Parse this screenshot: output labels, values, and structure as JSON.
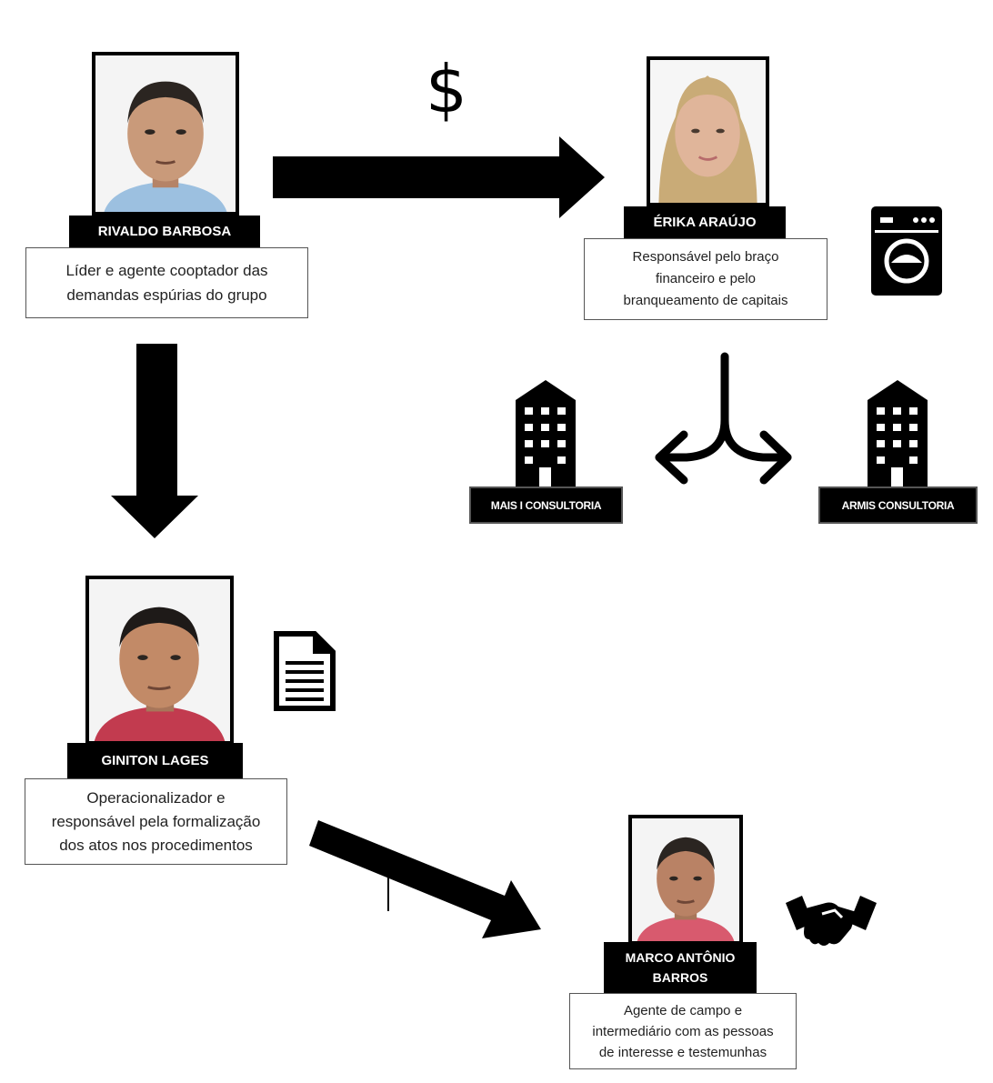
{
  "people": [
    {
      "id": "rivaldo",
      "name": "RIVALDO BARBOSA",
      "role": "Líder e agente cooptador das\ndemandas espúrias do grupo"
    },
    {
      "id": "erika",
      "name": "ÉRIKA ARAÚJO",
      "role": "Responsável pelo braço\nfinanceiro e pelo\nbranqueamento de capitais"
    },
    {
      "id": "giniton",
      "name": "GINITON LAGES",
      "role": "Operacionalizador e\nresponsável pela formalização\ndos atos nos procedimentos"
    },
    {
      "id": "marco",
      "name": "MARCO ANTÔNIO\nBARROS",
      "role": "Agente de campo e\nintermediário com as pessoas\nde interesse e testemunhas"
    }
  ],
  "companies": [
    {
      "name": "MAIS I CONSULTORIA"
    },
    {
      "name": "ARMIS CONSULTORIA"
    }
  ],
  "symbols": {
    "money": "$",
    "icons": [
      "dollar-icon",
      "washing-machine-icon",
      "building-icon",
      "document-icon",
      "handshake-icon",
      "split-arrow-icon"
    ]
  },
  "colors": {
    "background": "#ffffff",
    "ink": "#000000",
    "skin": "#c99a7a",
    "shirt_blue": "#9cc0e0",
    "shirt_red": "#c23b4f",
    "hair_blond": "#c9ab77"
  }
}
